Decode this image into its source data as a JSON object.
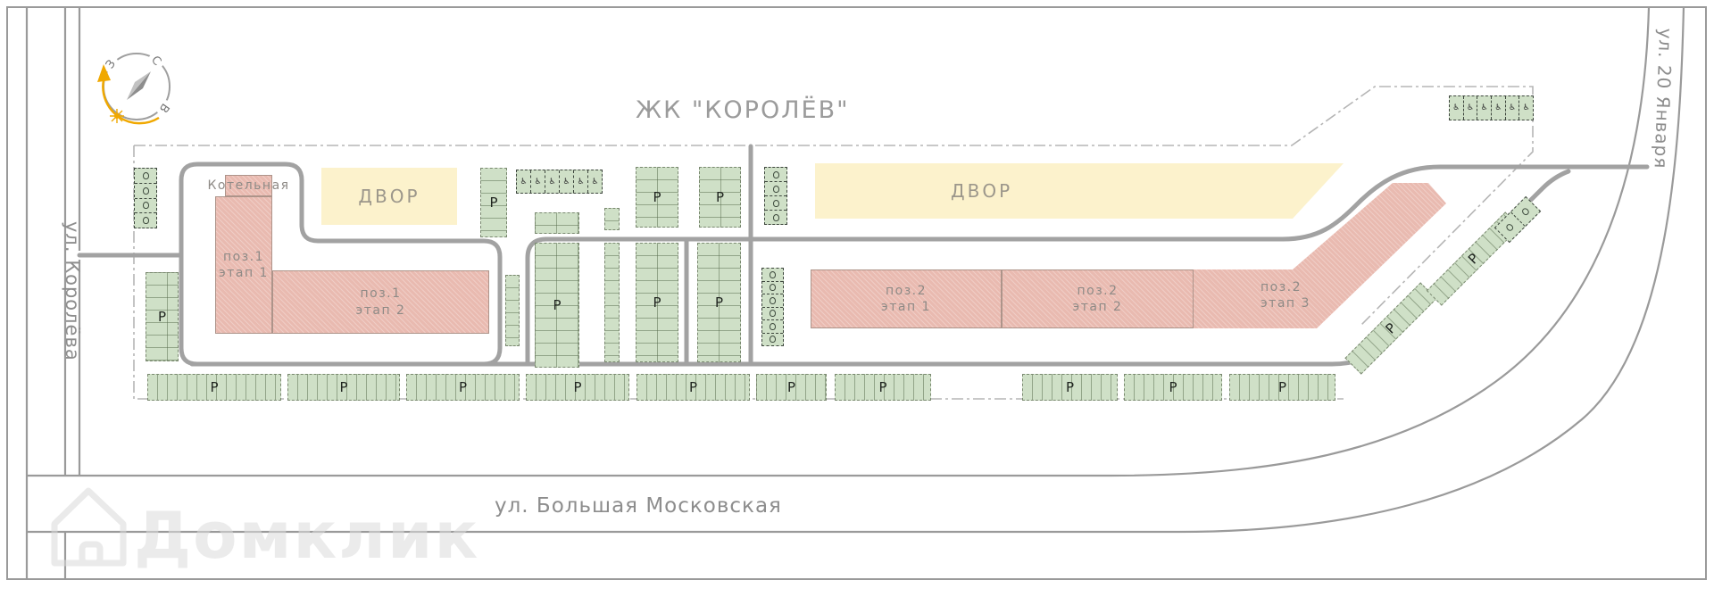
{
  "title": "ЖК \"КОРОЛЁВ\"",
  "compass": {
    "north": "С",
    "east": "В",
    "west": "З"
  },
  "streets": {
    "left": "ул. Королёва",
    "bottom": "ул. Большая Московская",
    "right": "ул. 20 Января"
  },
  "courtyards": {
    "label": "ДВОР"
  },
  "parking": {
    "label": "Р"
  },
  "buildings": {
    "boiler": {
      "label": "Котельная"
    },
    "pos1_stage1": {
      "line1": "поз.1",
      "line2": "этап 1"
    },
    "pos1_stage2": {
      "line1": "поз.1",
      "line2": "этап 2"
    },
    "pos2_stage1": {
      "line1": "поз.2",
      "line2": "этап 1"
    },
    "pos2_stage2": {
      "line1": "поз.2",
      "line2": "этап 2"
    },
    "pos2_stage3": {
      "line1": "поз.2",
      "line2": "этап 3"
    }
  },
  "watermark": "Домклик",
  "colors": {
    "building": "#e9bab0",
    "courtyard": "#fcf2cc",
    "parking_green": "#cfe0c7",
    "road": "#a2a2a2",
    "accent_yellow": "#f0a800",
    "text_gray": "#8f8f8f"
  }
}
